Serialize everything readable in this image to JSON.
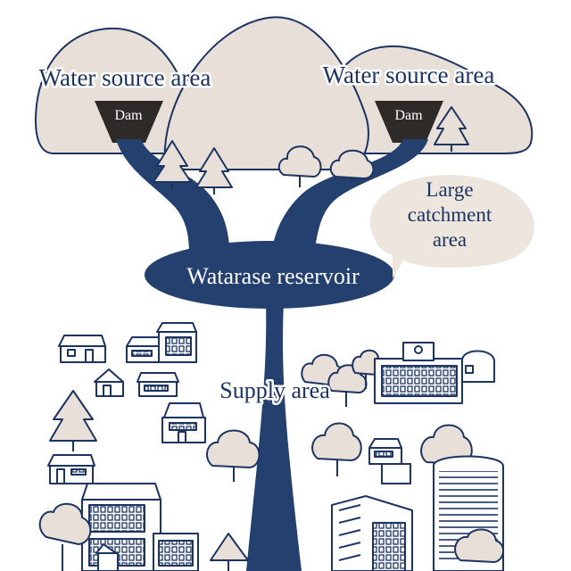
{
  "labels": {
    "water_source_left": "Water source area",
    "water_source_right": "Water source area",
    "dam_left": "Dam",
    "dam_right": "Dam",
    "callout_line1": "Large",
    "callout_line2": "catchment",
    "callout_line3": "area",
    "reservoir": "Watarase reservoir",
    "supply": "Supply area"
  },
  "colors": {
    "navy": "#23406e",
    "mountain_fill": "#e8e0d8",
    "outline": "#1d3461",
    "dam": "#2e2a28"
  }
}
